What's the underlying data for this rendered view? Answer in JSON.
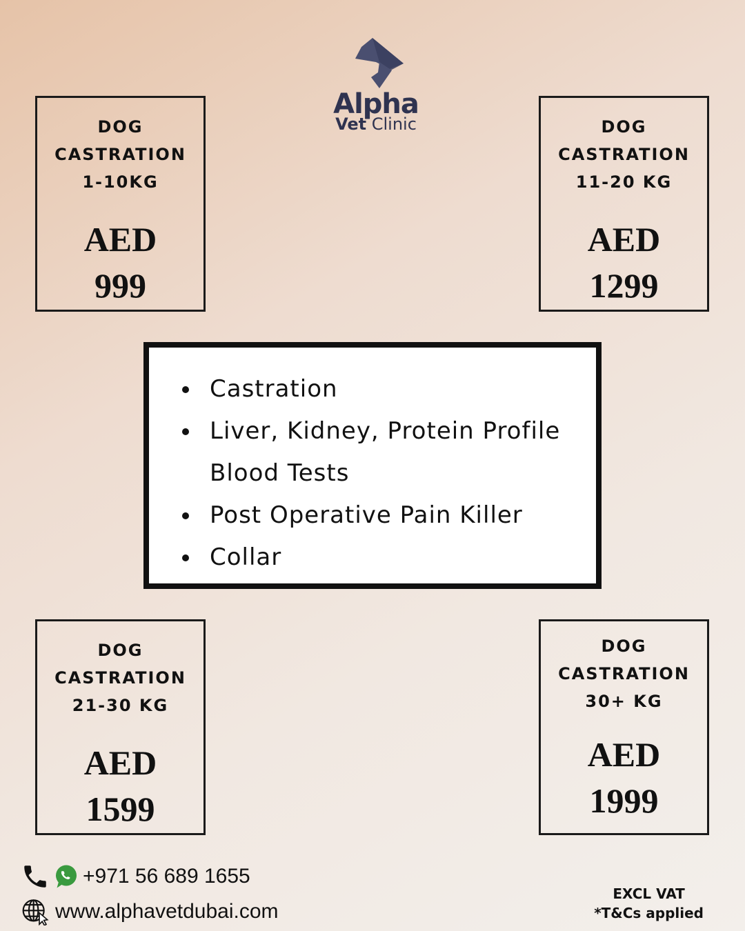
{
  "logo": {
    "name": "Alpha",
    "sub_bold": "Vet",
    "sub_light": "Clinic"
  },
  "prices": [
    {
      "lines": [
        "DOG",
        "CASTRATION",
        "1-10KG"
      ],
      "currency": "AED",
      "amount": "999"
    },
    {
      "lines": [
        "DOG",
        "CASTRATION",
        "11-20 KG"
      ],
      "currency": "AED",
      "amount": "1299"
    },
    {
      "lines": [
        "DOG",
        "CASTRATION",
        "21-30 KG"
      ],
      "currency": "AED",
      "amount": "1599"
    },
    {
      "lines": [
        "DOG",
        "CASTRATION",
        "30+ KG"
      ],
      "currency": "AED",
      "amount": "1999"
    }
  ],
  "includes": [
    "Castration",
    "Liver, Kidney, Protein Profile",
    "Blood Tests",
    "Post Operative Pain Killer",
    "Collar"
  ],
  "contact": {
    "phone": "+971 56 689 1655",
    "website": "www.alphavetdubai.com"
  },
  "note": {
    "line1": "EXCL VAT",
    "line2": "*T&Cs applied"
  },
  "colors": {
    "brand": "#2f3350",
    "whatsapp": "#3a9a3f"
  }
}
